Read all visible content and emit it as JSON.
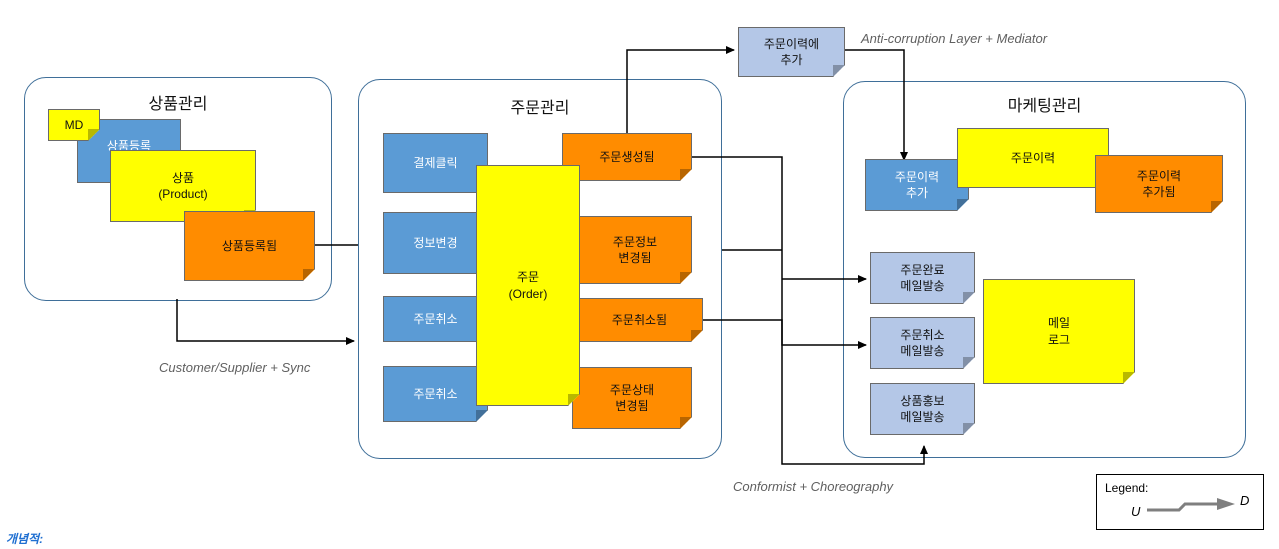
{
  "contexts": {
    "product": {
      "title": "상품관리"
    },
    "order": {
      "title": "주문관리"
    },
    "marketing": {
      "title": "마케팅관리"
    }
  },
  "stickies": {
    "md": "MD",
    "product_register": "상품등록",
    "product": "상품\n(Product)",
    "product_registered": "상품등록됨",
    "payment_click": "결제클릭",
    "info_change": "정보변경",
    "order_cancel_1": "주문취소",
    "order_cancel_2": "주문취소",
    "order": "주문\n(Order)",
    "order_created": "주문생성됨",
    "order_info_changed": "주문정보\n변경됨",
    "order_cancelled": "주문취소됨",
    "order_status_changed": "주문상태\n변경됨",
    "add_order_history_top": "주문이력에\n추가",
    "add_order_history": "주문이력\n추가",
    "order_history": "주문이력",
    "order_history_added": "주문이력\n추가됨",
    "order_complete_mail": "주문완료\n메일발송",
    "order_cancel_mail": "주문취소\n메일발송",
    "promo_mail": "상품홍보\n메일발송",
    "mail_log": "메일\n로그"
  },
  "relations": {
    "acl": "Anti-corruption Layer + Mediator",
    "customer_supplier": "Customer/Supplier + Sync",
    "conformist": "Conformist + Choreography"
  },
  "legend": {
    "title": "Legend:",
    "u": "U",
    "d": "D"
  },
  "footer": "개념적:",
  "colors": {
    "domain_event": "#ff8c00",
    "command": "#5b9bd5",
    "policy": "#b4c7e7",
    "aggregate": "#ffff00",
    "context_border": "#3f6f99",
    "footer": "#1f6fd1"
  }
}
